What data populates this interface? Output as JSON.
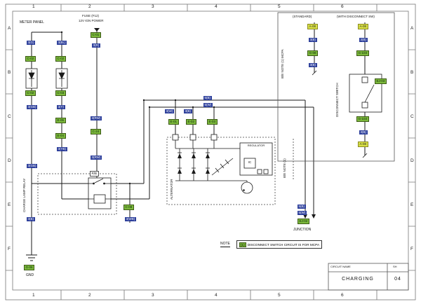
{
  "page": {
    "grid_columns": [
      "1",
      "2",
      "3",
      "4",
      "5",
      "6"
    ],
    "grid_rows": [
      "A",
      "B",
      "C",
      "D",
      "E",
      "F"
    ]
  },
  "title_block": {
    "name_label": "CIRCUIT NAME",
    "circuit_name": "CHARGING",
    "sheet_label": "SH",
    "sheet_number": "04"
  },
  "note": {
    "label": "NOTE",
    "ref": "(1)",
    "text": "DISCONNECT SWITCH CIRCUIT IS FOR MCPA"
  },
  "components": {
    "meter_panel": "METER PANEL",
    "fuse_title": "FUSE (F12)",
    "fuse_subtitle": "12V IGN POWER",
    "charge_lamp_relay": "CHARGE LAMP RELAY",
    "relay_box": "R/B",
    "alternator": "ALTERNATOR",
    "regulator": "REGULATOR",
    "ic": "IC",
    "junction": "JUNCTION",
    "gnd": "GND",
    "be_note_center": "B/E NOTE (1)",
    "be_note_right": "B/E NOTE (1) MCPA",
    "standard_header": "(STANDARD)",
    "disconnect_header": "(WITH DISCONNECT SW)",
    "disconnect_switch": "DISCONNECT SWITCH"
  },
  "connectors": {
    "c02_l1_top": "C-02",
    "c02_l1_bot": "C-02",
    "c02_l2_top": "C-02",
    "c03_l2_bot": "C-03",
    "e05": "E-05",
    "e04": "E-04",
    "c01_fuse": "C-01",
    "c24_fuse": "C-24",
    "c08_relay": "C-08",
    "e01": "E-01",
    "e02": "E-02",
    "e03": "E-03",
    "ej02": "EJ-02",
    "g06": "G-06",
    "std_a08": "A-08",
    "std_g08": "G-08",
    "dsw_a08_top": "A-08",
    "dsw_g103_top": "G-103",
    "dsw_ej03": "EJ-03",
    "dsw_g103_bot": "G-103",
    "dsw_a08_bot": "A-08"
  },
  "wires": {
    "l1_top": "3(G)",
    "l1_mid": "3(GB)",
    "l1_low": "3(GB)",
    "l1_gnd": "3(B)",
    "l2_top": "3(BL)",
    "l2_mid": "3(Y)",
    "l2_low": "3(YB)",
    "l3_top": "3(R)",
    "l3_mid": "3(RW)",
    "l3_low": "3(RW)",
    "l4_low": "3(WB)",
    "alt_w": "3(W)",
    "alt_b": "3(B)",
    "bus_b_left": "5(B)",
    "bus_w_left": "5(W)",
    "bus_b_right": "5(B)",
    "bus_w_right": "5(W)",
    "std_wire": "3(B)",
    "std_wire2": "3(B)",
    "dsw_wire_top": "3(B)",
    "dsw_wire_bot": "3(B)"
  }
}
